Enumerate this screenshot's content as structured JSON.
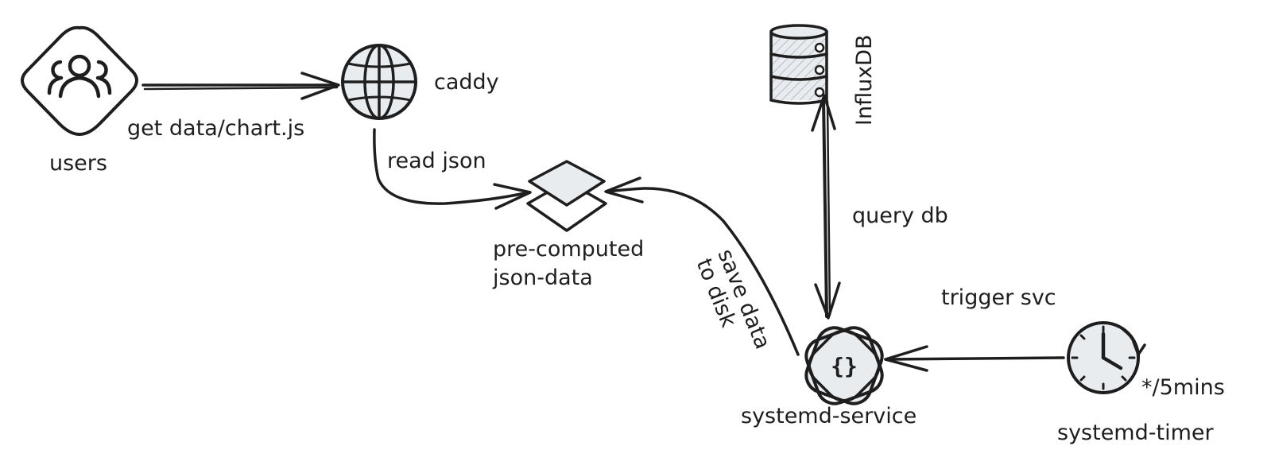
{
  "nodes": {
    "users": {
      "label": "users",
      "icon": "users-icon"
    },
    "caddy": {
      "label": "caddy",
      "icon": "globe-icon"
    },
    "json_data": {
      "label_line1": "pre-computed",
      "label_line2": "json-data",
      "icon": "layers-icon"
    },
    "influxdb": {
      "label": "InfluxDB",
      "icon": "database-icon"
    },
    "systemd_service": {
      "label": "systemd-service",
      "icon": "code-braces-icon"
    },
    "systemd_timer": {
      "label": "systemd-timer",
      "schedule": "*/5mins",
      "icon": "clock-icon"
    }
  },
  "edges": {
    "get_data": "get data/chart.js",
    "read_json": "read json",
    "save_data_line1": "save data",
    "save_data_line2": "to disk",
    "query_db": "query db",
    "trigger_svc": "trigger svc"
  },
  "colors": {
    "stroke": "#1e1e1e",
    "icon_fill": "#e9ecef",
    "hatch": "#c9cdd2"
  }
}
